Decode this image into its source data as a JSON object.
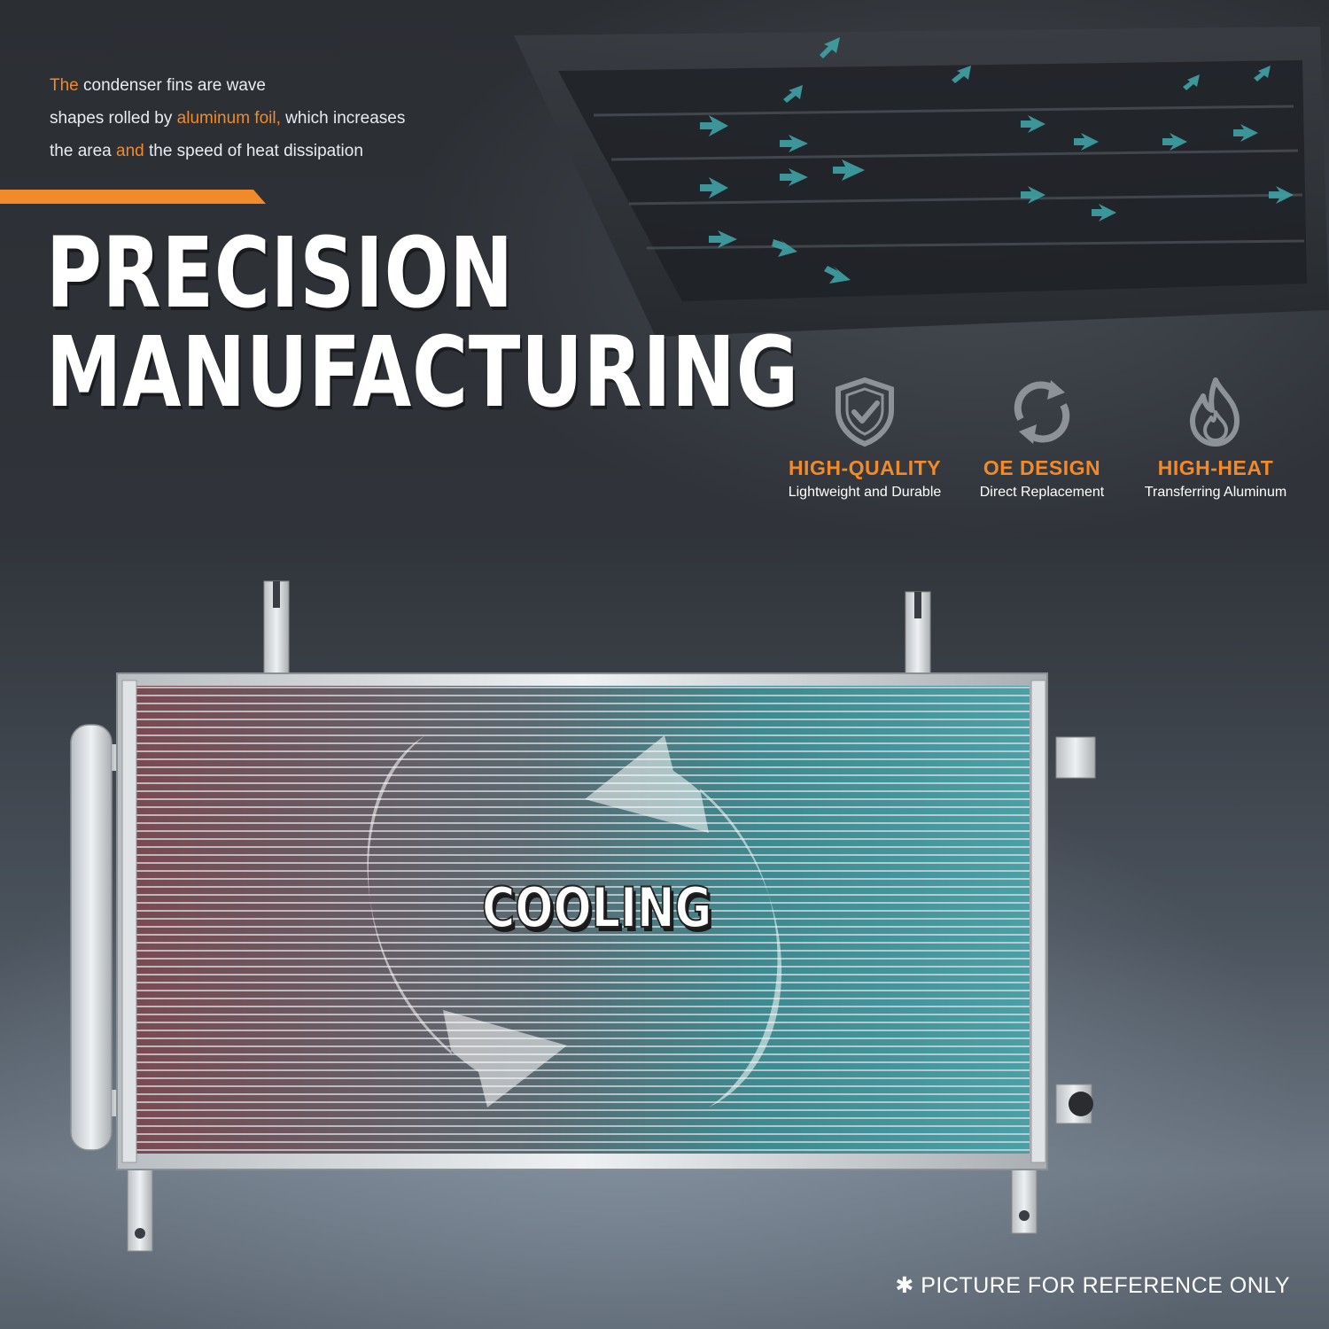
{
  "intro": {
    "line1_hl": "The",
    "line1_rest": " condenser fins are wave",
    "line2_start": "shapes rolled by ",
    "line2_hl": "aluminum foil,",
    "line2_rest": " which increases",
    "line3_start": "the area ",
    "line3_hl": "and",
    "line3_rest": " the speed of heat dissipation"
  },
  "headline": {
    "line1": "PRECISION",
    "line2": "MANUFACTURING"
  },
  "features": [
    {
      "icon": "shield-check-icon",
      "title": "HIGH-QUALITY",
      "subtitle": "Lightweight and Durable"
    },
    {
      "icon": "refresh-cycle-icon",
      "title": "OE DESIGN",
      "subtitle": "Direct Replacement"
    },
    {
      "icon": "flame-icon",
      "title": "HIGH-HEAT",
      "subtitle": "Transferring Aluminum"
    }
  ],
  "product": {
    "label": "COOLING",
    "image": "ac-condenser"
  },
  "disclaimer": "✱ PICTURE FOR REFERENCE ONLY",
  "colors": {
    "accent": "#f08a2a",
    "airflow": "#3fa3a6",
    "background": "#2b2e33"
  }
}
